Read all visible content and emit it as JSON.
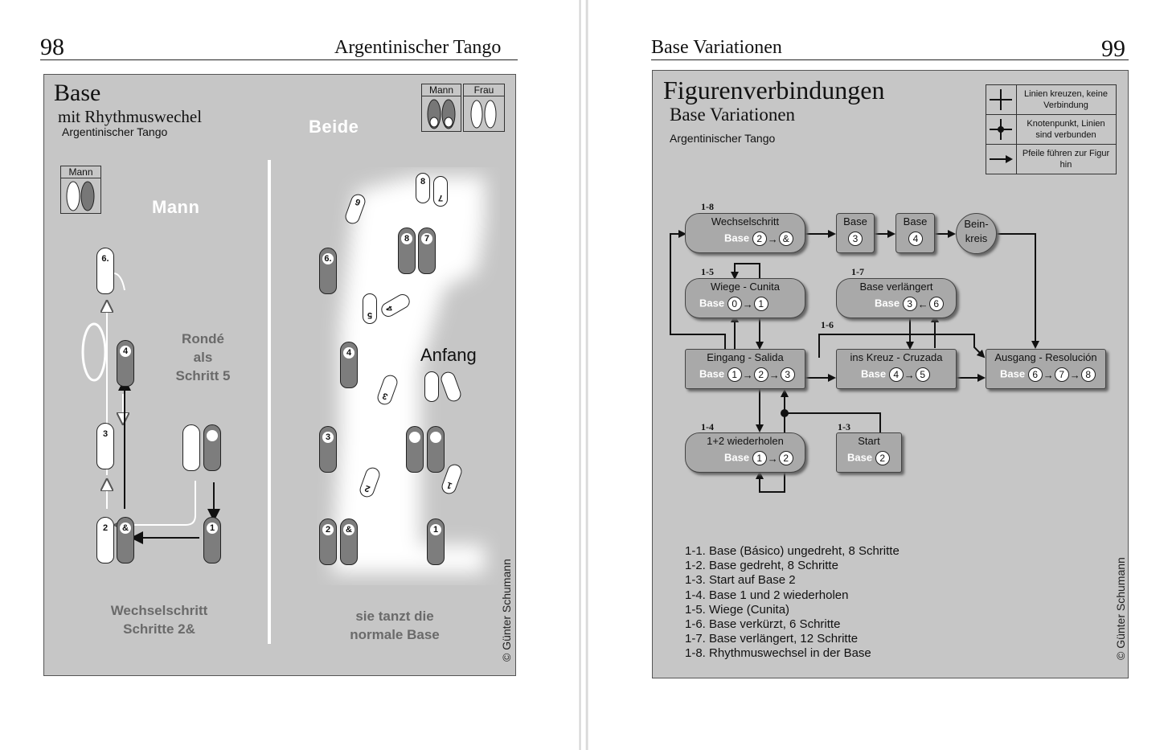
{
  "left_page": {
    "page_number": "98",
    "running_title": "Argentinischer Tango",
    "figure": {
      "title": "Base",
      "subtitle": "mit Rhythmuswechel",
      "dance": "Argentinischer Tango",
      "legend_mann": "Mann",
      "legend_frau": "Frau",
      "left_legend_mann": "Mann",
      "heading_beide": "Beide",
      "heading_mann": "Mann",
      "ronde_line1": "Rondé",
      "ronde_line2": "als",
      "ronde_line3": "Schritt  5",
      "anfang": "Anfang",
      "caption_left_1": "Wechselschritt",
      "caption_left_2": "Schritte 2&",
      "caption_right_1": "sie tanzt die",
      "caption_right_2": "normale Base",
      "copyright": "© Günter Schumann",
      "step_labels_mann": [
        "6.",
        "4",
        "3",
        "2",
        "&",
        "1"
      ],
      "step_labels_beide_man": [
        "6.",
        "8",
        "7",
        "4",
        "3",
        "2",
        "&",
        "1"
      ],
      "step_labels_beide_woman": [
        "9",
        "8",
        "7",
        "5",
        "4",
        "3",
        "2",
        "1"
      ]
    }
  },
  "right_page": {
    "page_number": "99",
    "running_title": "Base Variationen",
    "figure": {
      "title": "Figurenverbindungen",
      "subtitle": "Base Variationen",
      "dance": "Argentinischer Tango",
      "legend": [
        {
          "icon": "cross-icon",
          "text": "Linien kreuzen, keine Verbindung"
        },
        {
          "icon": "junction-icon",
          "text": "Knotenpunkt, Linien sind verbunden"
        },
        {
          "icon": "arrow-right-icon",
          "text": "Pfeile führen zur Figur hin"
        }
      ],
      "nodes": {
        "wechselschritt": {
          "tag": "1-8",
          "title": "Wechselschritt",
          "base": "Base",
          "steps": [
            "2",
            "&"
          ]
        },
        "base3": {
          "title": "Base",
          "steps": [
            "3"
          ]
        },
        "base4": {
          "title": "Base",
          "steps": [
            "4"
          ]
        },
        "beinkreis": {
          "line1": "Bein-",
          "line2": "kreis"
        },
        "wiege": {
          "tag": "1-5",
          "title": "Wiege - Cunita",
          "base": "Base",
          "steps": [
            "0",
            "1"
          ]
        },
        "verlaengert": {
          "tag": "1-7",
          "title": "Base verlängert",
          "base": "Base",
          "steps": [
            "3",
            "6"
          ]
        },
        "eingang": {
          "title": "Eingang - Salida",
          "base": "Base",
          "steps": [
            "1",
            "2",
            "3"
          ]
        },
        "kreuz": {
          "title": "ins Kreuz - Cruzada",
          "base": "Base",
          "steps": [
            "4",
            "5"
          ]
        },
        "ausgang": {
          "title": "Ausgang - Resolución",
          "base": "Base",
          "steps": [
            "6",
            "7",
            "8"
          ]
        },
        "wiederholen": {
          "tag": "1-4",
          "title": "1+2 wiederholen",
          "base": "Base",
          "steps": [
            "1",
            "2"
          ]
        },
        "start": {
          "tag": "1-3",
          "title": "Start",
          "base": "Base",
          "steps": [
            "2"
          ]
        }
      },
      "tag_1_6": "1-6",
      "list": [
        "1-1. Base (Básico) ungedreht, 8 Schritte",
        "1-2. Base gedreht, 8 Schritte",
        "1-3. Start auf Base 2",
        "1-4. Base 1 und 2 wiederholen",
        "1-5. Wiege (Cunita)",
        "1-6. Base verkürzt, 6 Schritte",
        "1-7. Base verlängert, 12 Schritte",
        "1-8. Rhythmuswechsel in der Base"
      ],
      "copyright": "© Günter Schumann"
    }
  }
}
